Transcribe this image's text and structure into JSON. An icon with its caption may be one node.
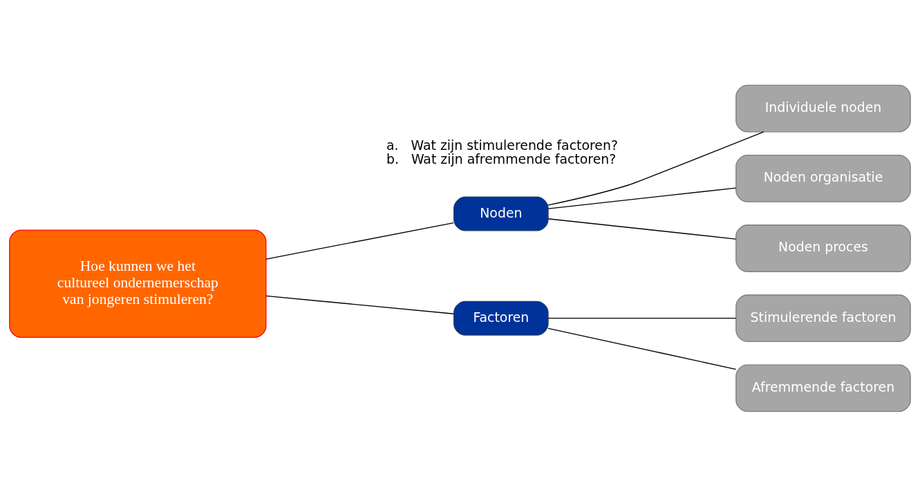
{
  "diagram": {
    "nodes": [
      {
        "text": [
          "Hoe kunnen we het cultureel ondernemerschap van jongeren stimuleren?"
        ]
      },
      {
        "text": [
          "Noden"
        ]
      },
      {
        "text": [
          "Individuele noden"
        ]
      },
      {
        "text": [
          "Noden organisatie"
        ]
      },
      {
        "text": [
          "Noden proces"
        ]
      },
      {
        "text": [
          "Factoren"
        ]
      },
      {
        "text": [
          "Stimulerende factoren"
        ]
      },
      {
        "text": [
          "Afremmende factoren"
        ]
      }
    ],
    "edges": [
      {
        "from": 0,
        "to": 1,
        "arrow": "none"
      },
      {
        "from": 1,
        "to": 2,
        "arrow": "none"
      },
      {
        "from": 1,
        "to": 3,
        "arrow": "none"
      },
      {
        "from": 1,
        "to": 4,
        "arrow": "none"
      },
      {
        "from": 0,
        "to": 5,
        "arrow": "none"
      },
      {
        "from": 5,
        "to": 6,
        "arrow": "none"
      },
      {
        "from": 5,
        "to": 7,
        "arrow": "none"
      }
    ],
    "labels": [
      "a.   Wat zijn stimulerende factoren?",
      "b.   Wat zijn afremmende factoren?"
    ]
  }
}
